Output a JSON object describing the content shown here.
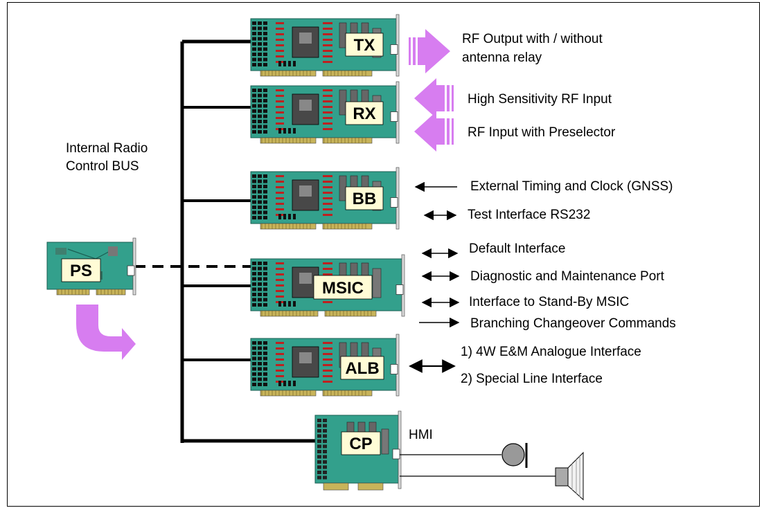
{
  "bus_label": [
    "Internal Radio",
    "Control BUS"
  ],
  "modules": {
    "tx": "TX",
    "rx": "RX",
    "bb": "BB",
    "msic": "MSIC",
    "alb": "ALB",
    "cp": "CP",
    "ps": "PS"
  },
  "tx_output": [
    "RF Output with / without",
    "antenna relay"
  ],
  "rx_inputs": [
    "High Sensitivity RF Input",
    "RF Input with Preselector"
  ],
  "bb_interfaces": [
    "External Timing and Clock (GNSS)",
    "Test  Interface RS232"
  ],
  "msic_interfaces": [
    "Default Interface",
    "Diagnostic and Maintenance Port",
    "Interface to Stand-By  MSIC",
    "Branching Changeover Commands"
  ],
  "alb_interfaces": [
    "1) 4W E&M Analogue Interface",
    "2) Special Line Interface"
  ],
  "cp_label": "HMI",
  "colors": {
    "board": "#33a08c",
    "label_box": "#fffcd6",
    "arrow": "#d77df0",
    "chip": "#484848",
    "connector": "#c8b45a",
    "pin_red": "#c0201f",
    "microphone": "#999999"
  }
}
